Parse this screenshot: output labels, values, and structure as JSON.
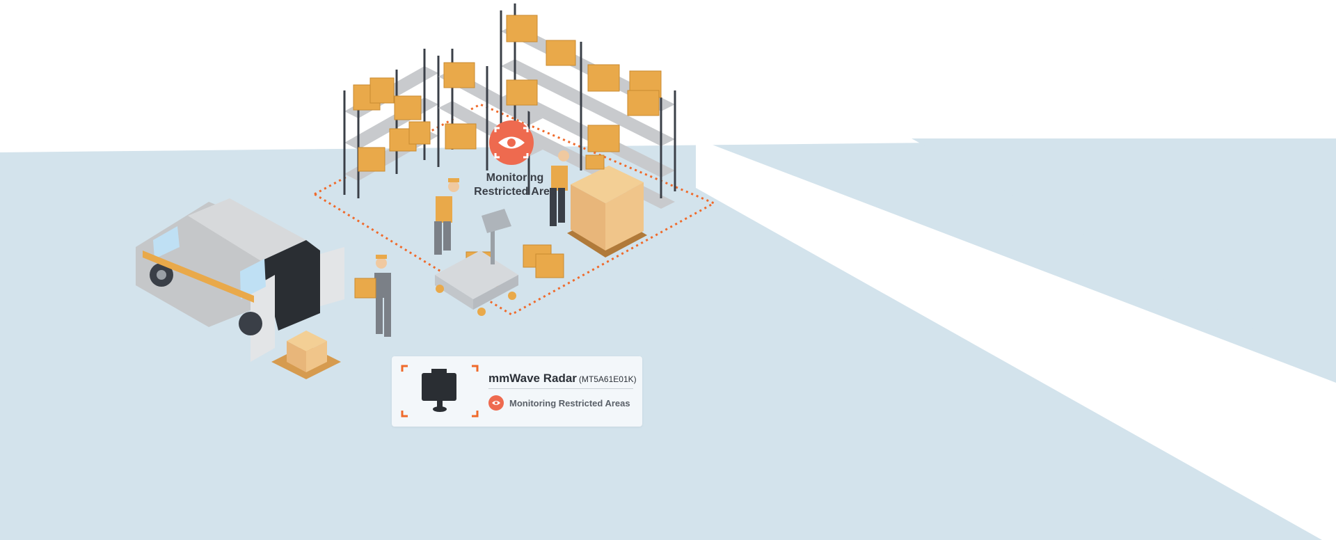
{
  "scene": {
    "title": "Monitoring Restricted Areas",
    "colors": {
      "floor": "#d3e3ec",
      "accent": "#ee6a4f",
      "box": "#e9a94a",
      "dashed_boundary": "#ef6a2b"
    },
    "icons": [
      "van-icon",
      "warehouse-shelf-icon",
      "cardboard-box-icon",
      "worker-icon",
      "scale-icon",
      "pallet-icon",
      "eye-icon"
    ]
  },
  "restricted_area": {
    "label": "Monitoring Restricted Area"
  },
  "device_card": {
    "name": "mmWave Radar",
    "model": "(MT5A61E01K)",
    "feature": "Monitoring Restricted Areas"
  }
}
